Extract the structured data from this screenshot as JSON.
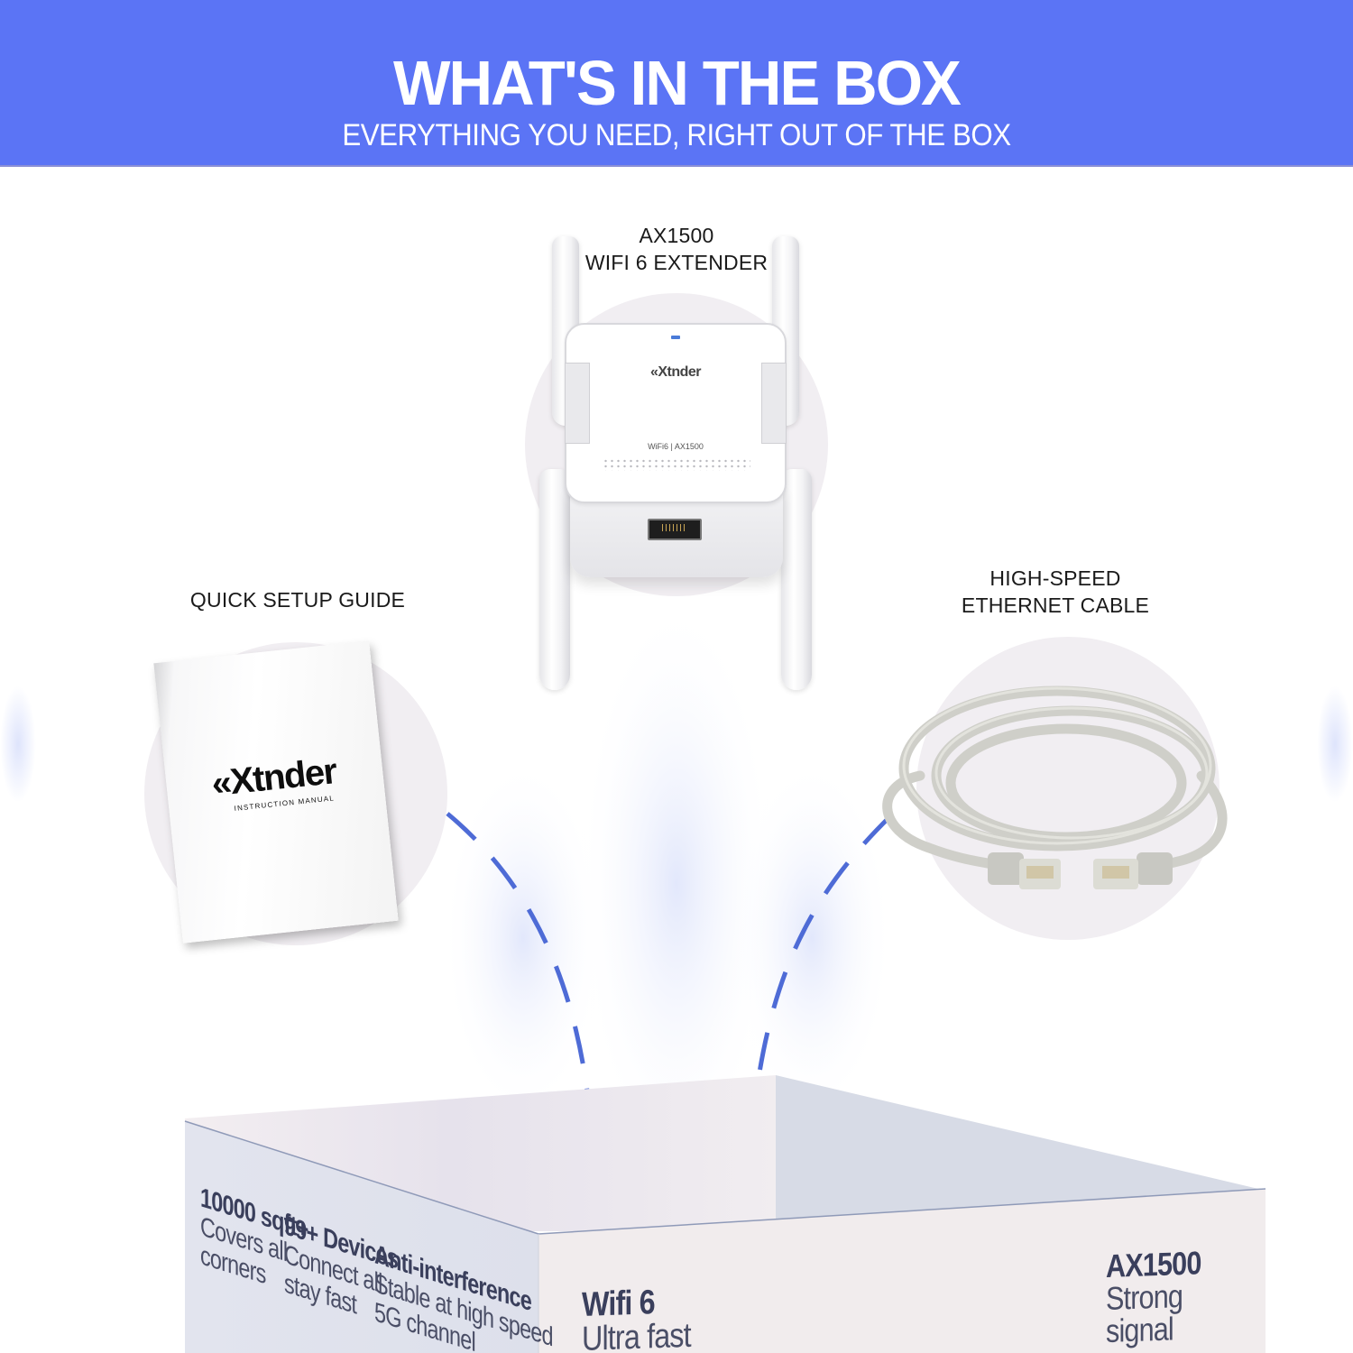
{
  "header": {
    "title": "WHAT'S IN THE BOX",
    "subtitle": "EVERYTHING YOU NEED, RIGHT OUT OF THE BOX",
    "background_color": "#5B74F5"
  },
  "items": [
    {
      "id": "extender",
      "label_line1": "AX1500",
      "label_line2": "WIFI 6 EXTENDER",
      "device_logo": "«Xtnder",
      "device_model": "WiFi6 | AX1500"
    },
    {
      "id": "manual",
      "label": "QUICK SETUP GUIDE",
      "cover_logo": "«Xtnder",
      "cover_subtitle": "INSTRUCTION MANUAL"
    },
    {
      "id": "cable",
      "label_line1": "HIGH-SPEED",
      "label_line2": "ETHERNET CABLE"
    }
  ],
  "box": {
    "left_face": [
      {
        "heading": "10000 sqft+",
        "line1": "Covers all",
        "line2": "corners"
      },
      {
        "heading": "99+ Devices",
        "line1": "Connect all",
        "line2": "stay fast"
      },
      {
        "heading": "Anti-interference",
        "line1": "Stable at high speed",
        "line2": "5G channel"
      }
    ],
    "front_face": [
      {
        "heading": "Wifi 6",
        "line1": "Ultra fast"
      },
      {
        "heading": "AX1500",
        "line1": "Strong",
        "line2": "signal"
      }
    ]
  },
  "colors": {
    "accent": "#5B74F5",
    "dash": "#4E6BD6",
    "circle": "#F1EEF2",
    "box_text": "#3A3F5C"
  }
}
